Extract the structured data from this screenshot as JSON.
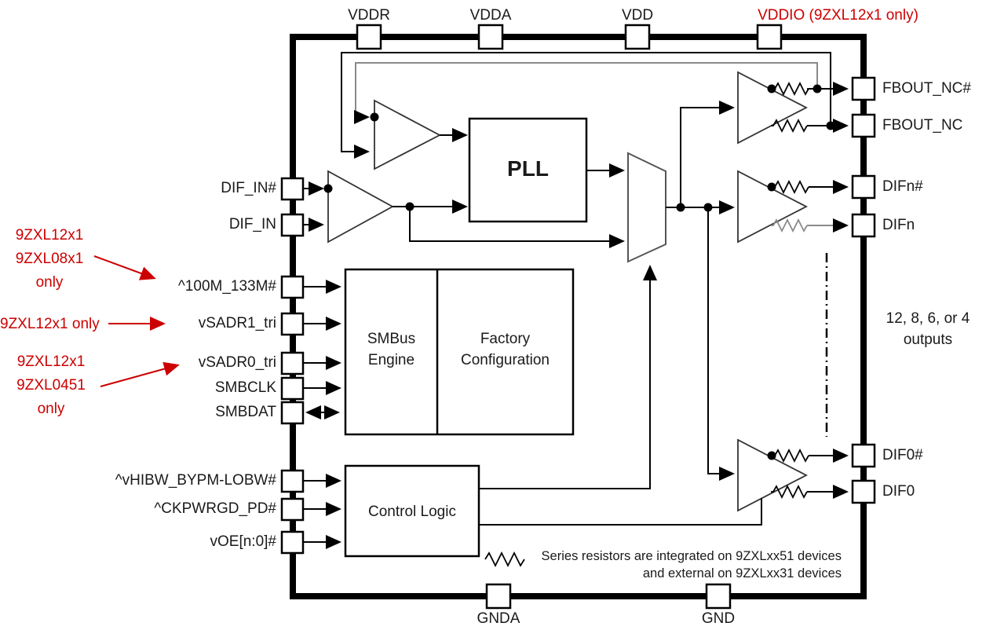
{
  "colors": {
    "accent_red": "#cc0000",
    "line_black": "#000000",
    "line_gray": "#888888"
  },
  "pins": {
    "top": [
      "VDDR",
      "VDDA",
      "VDD"
    ],
    "top_vddio": "VDDIO (9ZXL12x1 only)",
    "bottom": [
      "GNDA",
      "GND"
    ],
    "left": [
      "DIF_IN#",
      "DIF_IN",
      "^100M_133M#",
      "vSADR1_tri",
      "vSADR0_tri",
      "SMBCLK",
      "SMBDAT",
      "^vHIBW_BYPM-LOBW#",
      "^CKPWRGD_PD#",
      "vOE[n:0]#"
    ],
    "right": [
      "FBOUT_NC#",
      "FBOUT_NC",
      "DIFn#",
      "DIFn",
      "DIF0#",
      "DIF0"
    ]
  },
  "blocks": {
    "pll": "PLL",
    "smbus_engine": "SMBus Engine",
    "factory_config": "Factory Configuration",
    "control_logic": "Control Logic"
  },
  "annotations": {
    "variant_100m": [
      "9ZXL12x1",
      "9ZXL08x1",
      "only"
    ],
    "variant_sadr1": "9ZXL12x1 only",
    "variant_sadr0": [
      "9ZXL12x1",
      "9ZXL0451",
      "only"
    ],
    "outputs_note": [
      "12, 8, 6, or 4",
      "outputs"
    ],
    "resistor_note": [
      "Series resistors are integrated on 9ZXLxx51 devices",
      "and external on 9ZXLxx31 devices"
    ]
  }
}
